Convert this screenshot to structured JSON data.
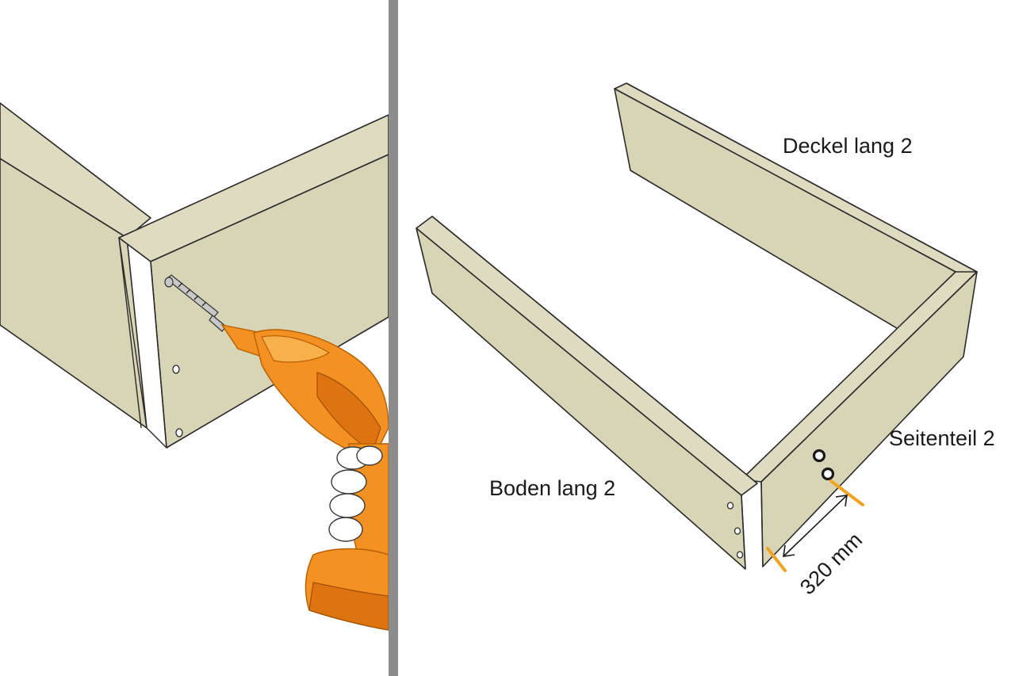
{
  "labels": {
    "deckel": "Deckel lang 2",
    "seitenteil": "Seitenteil 2",
    "boden": "Boden lang 2",
    "dimension": "320 mm"
  },
  "colors": {
    "board": "#dedbc0",
    "marker": "#f2a321",
    "drill": "#f39222",
    "divider": "#8c8c8c"
  },
  "icons": {
    "tool": "cordless-drill-icon"
  }
}
